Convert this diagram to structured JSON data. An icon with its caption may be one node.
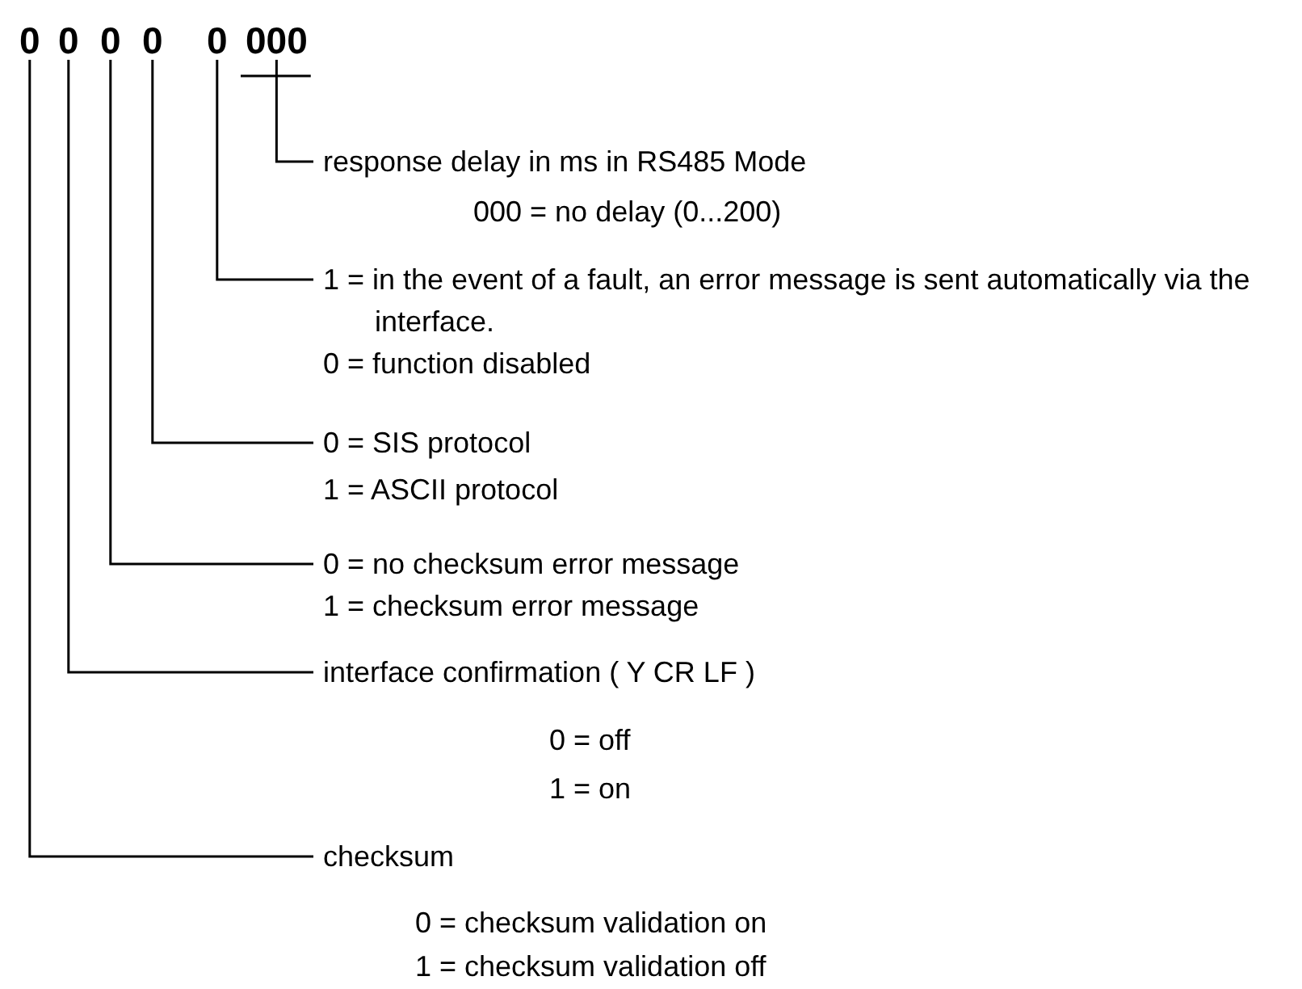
{
  "diagram": {
    "nodes": [
      {
        "text": [
          "0"
        ]
      },
      {
        "text": [
          "0"
        ]
      },
      {
        "text": [
          "0"
        ]
      },
      {
        "text": [
          "0"
        ]
      },
      {
        "text": [
          "0"
        ]
      },
      {
        "text": [
          "000"
        ]
      },
      {
        "text": [
          "response delay in ms in RS485 Mode",
          "000 = no delay (0...200)"
        ]
      },
      {
        "text": [
          "1 = in the event of a fault, an error message is sent automatically via the interface.",
          "0 = function disabled"
        ]
      },
      {
        "text": [
          "0 = SIS protocol",
          "1 = ASCII protocol"
        ]
      },
      {
        "text": [
          "0 = no checksum error message",
          "1 = checksum error message"
        ]
      },
      {
        "text": [
          "interface confirmation ( Y CR LF )",
          "0 = off",
          "1 = on"
        ]
      },
      {
        "text": [
          "checksum",
          "0 = checksum validation on",
          "1 = checksum validation off"
        ]
      }
    ],
    "edges": [
      {
        "from": 5,
        "to": 6,
        "arrow": "none"
      },
      {
        "from": 4,
        "to": 7,
        "arrow": "none"
      },
      {
        "from": 3,
        "to": 8,
        "arrow": "none"
      },
      {
        "from": 2,
        "to": 9,
        "arrow": "none"
      },
      {
        "from": 1,
        "to": 10,
        "arrow": "none"
      },
      {
        "from": 0,
        "to": 11,
        "arrow": "none"
      }
    ]
  }
}
